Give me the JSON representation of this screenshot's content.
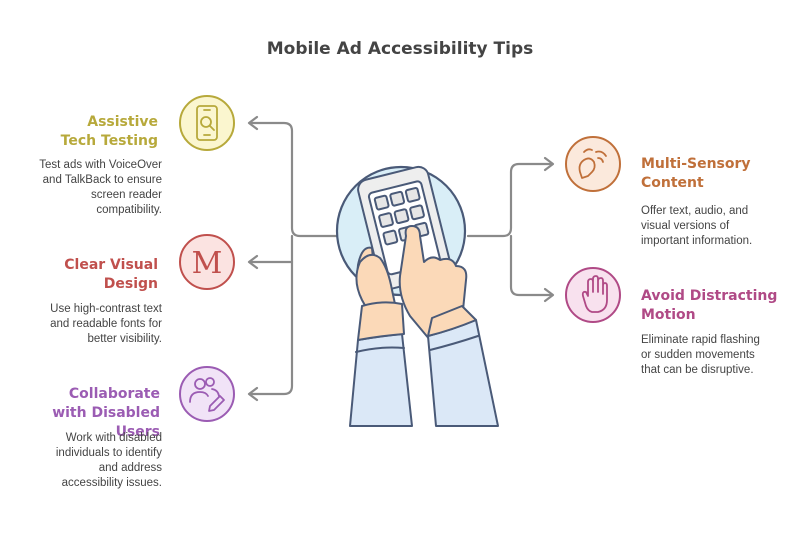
{
  "title": "Mobile Ad Accessibility Tips",
  "tips": [
    {
      "heading": "Assistive Tech Testing",
      "description": "Test ads with VoiceOver and TalkBack to ensure screen reader compatibility.",
      "icon": "smartphone-search-icon",
      "color": "#b7a93b",
      "fill": "#fbf6cf"
    },
    {
      "heading": "Clear Visual Design",
      "description": "Use high-contrast text and readable fonts for better visibility.",
      "icon": "letter-m-icon",
      "color": "#c0504d",
      "fill": "#fbe3e1"
    },
    {
      "heading": "Collaborate with Disabled Users",
      "description": "Work with disabled individuals to identify and address accessibility issues.",
      "icon": "users-edit-icon",
      "color": "#9b5cb3",
      "fill": "#f1e3f7"
    },
    {
      "heading": "Multi-Sensory Content",
      "description": "Offer text, audio, and visual versions of important information.",
      "icon": "hearing-icon",
      "color": "#c0703a",
      "fill": "#fbe9dc"
    },
    {
      "heading": "Avoid Distracting Motion",
      "description": "Eliminate rapid flashing or sudden movements that can be disruptive.",
      "icon": "hand-stop-icon",
      "color": "#b04a86",
      "fill": "#f8e1ee"
    }
  ],
  "center_illustration": "hand-tapping-phone-icon"
}
